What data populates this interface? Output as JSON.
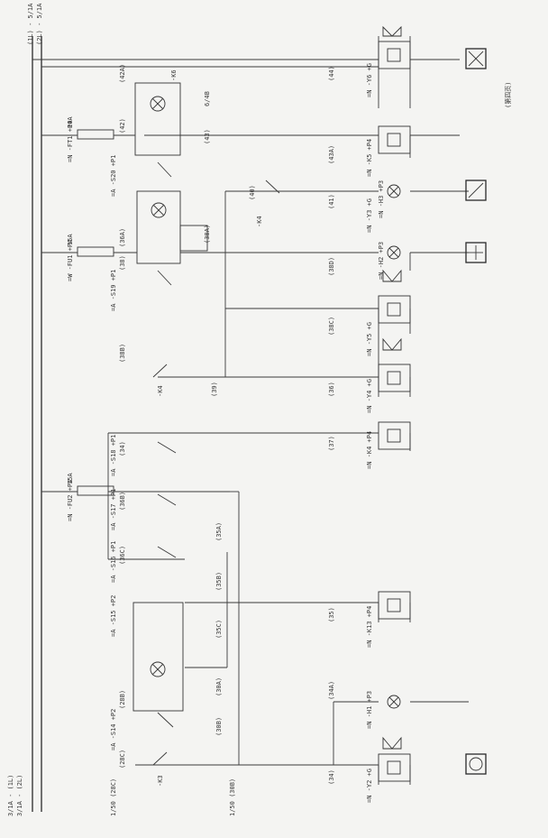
{
  "top_left_label_1": "3/1A - (1L)",
  "top_left_label_2": "3/1A - (2L)",
  "top_right_label_1": "(1L) - 5/1A",
  "top_right_label_2": "(2L) - 5/1A",
  "bottom_sheet_ref_1": "1/50 (28C)",
  "bottom_sheet_ref_2": "1/50 (30B)",
  "page_note": "(第四页)",
  "ref_6_4b": "6/4B",
  "fuse_10a": "10A",
  "fuse_15a_1": "15A",
  "fuse_15a_2": "15A",
  "labels": {
    "ft1": "=N -FT1 +P4",
    "fu1": "=W -FU1 +P4",
    "fu2": "=N -FU2 +P4",
    "s20": "=A -S20 +P1",
    "s19": "=A -S19 +P1",
    "s18": "=A -S18 +P1",
    "s17": "=A -S17 +P1",
    "s16": "=A -S16 +P1",
    "s15": "=A -S15 +P2",
    "s14": "=A -S14 +P2",
    "k6": "-K6",
    "k4a": "-K4",
    "k4b": "-K4",
    "k3": "-K3",
    "y6": "=N -Y6 +G",
    "y5": "=N -Y5 +G",
    "y4": "=N -Y4 +G",
    "y3": "=N -Y3 +G",
    "y2": "=N -Y2 +G",
    "h3": "=N -H3 +P3",
    "h2": "=N -H2 +P3",
    "h1": "=N -H1 +P3",
    "k5b": "=N -K5 +P4",
    "k13": "=N -K13 +P4",
    "k4c": "=N -K4 +P4"
  },
  "node_refs": [
    "(42A)",
    "(42)",
    "(43)",
    "(44)",
    "(43A)",
    "(40)",
    "(41)",
    "(36A)",
    "(38)",
    "(38A)",
    "(38B)",
    "(38C)",
    "(38D)",
    "(39)",
    "(36)",
    "(37)",
    "(34)",
    "(35)",
    "(35A)",
    "(35B)",
    "(35C)",
    "(36B)",
    "(36C)",
    "(28B)",
    "(28C)",
    "(30A)",
    "(30B)",
    "(34A)",
    "(34)"
  ]
}
